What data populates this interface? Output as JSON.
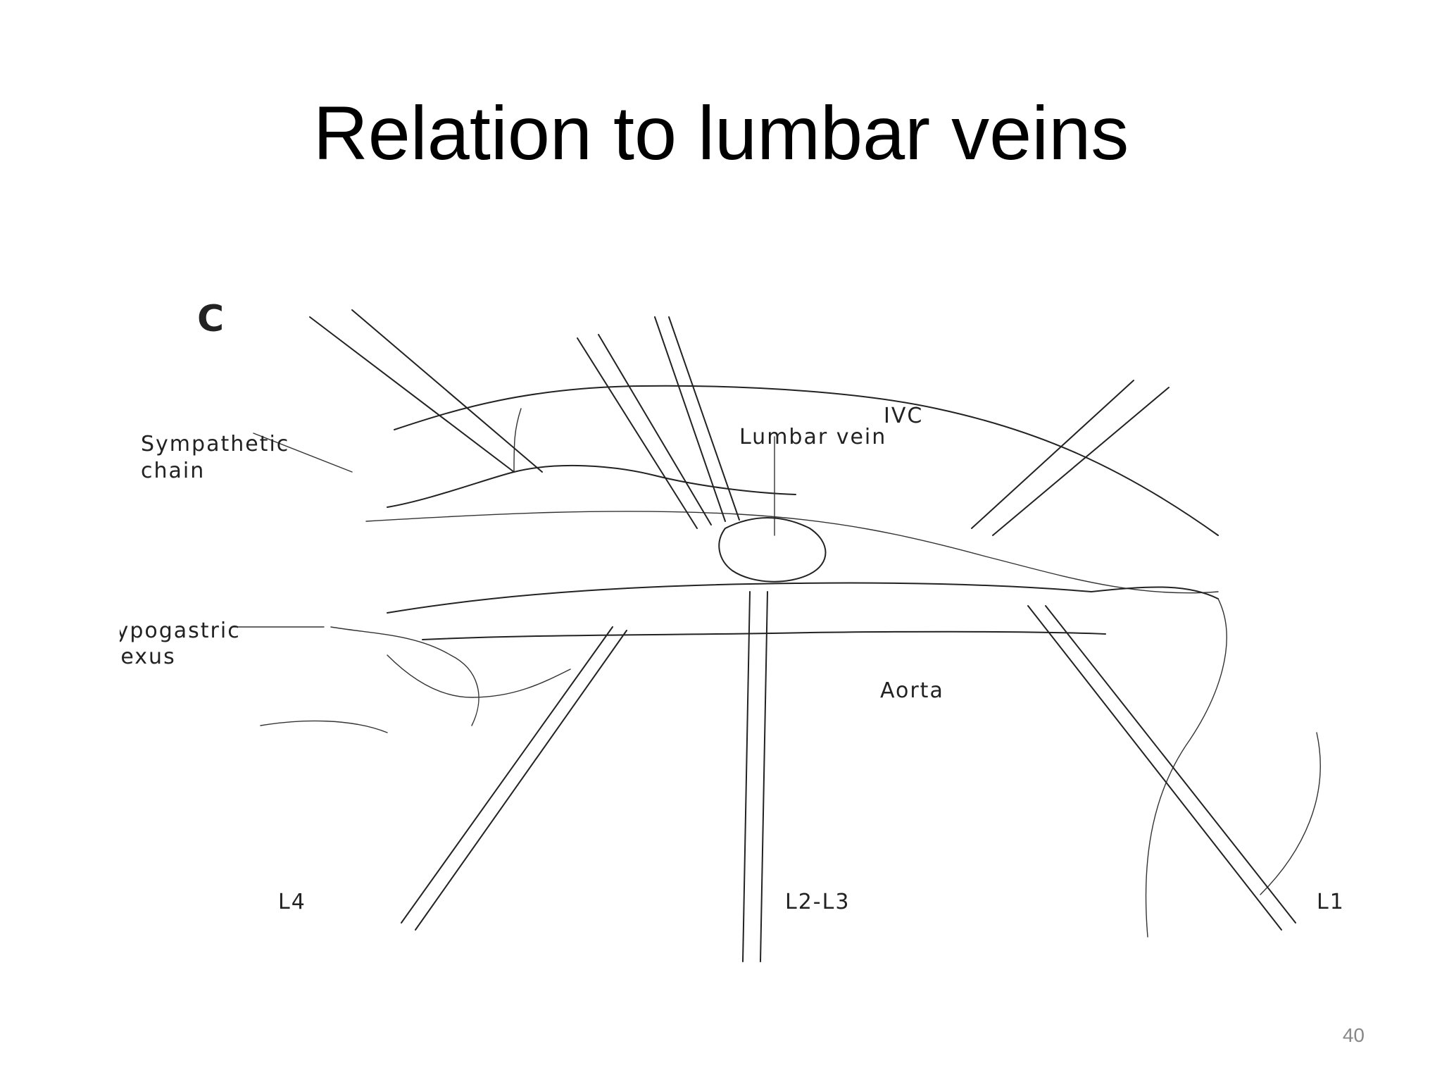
{
  "slide": {
    "title": "Relation to lumbar veins",
    "page_number": "40"
  },
  "figure": {
    "panel_letter": "C",
    "labels": {
      "ivc": "IVC",
      "lumbar_vein": "Lumbar vein",
      "sympathetic_chain_line1": "Sympathetic",
      "sympathetic_chain_line2": "chain",
      "hypogastric_plexus_line1": "Hypogastric",
      "hypogastric_plexus_line2": "plexus",
      "aorta": "Aorta",
      "l4": "L4",
      "l2_l3": "L2-L3",
      "l1": "L1"
    }
  }
}
